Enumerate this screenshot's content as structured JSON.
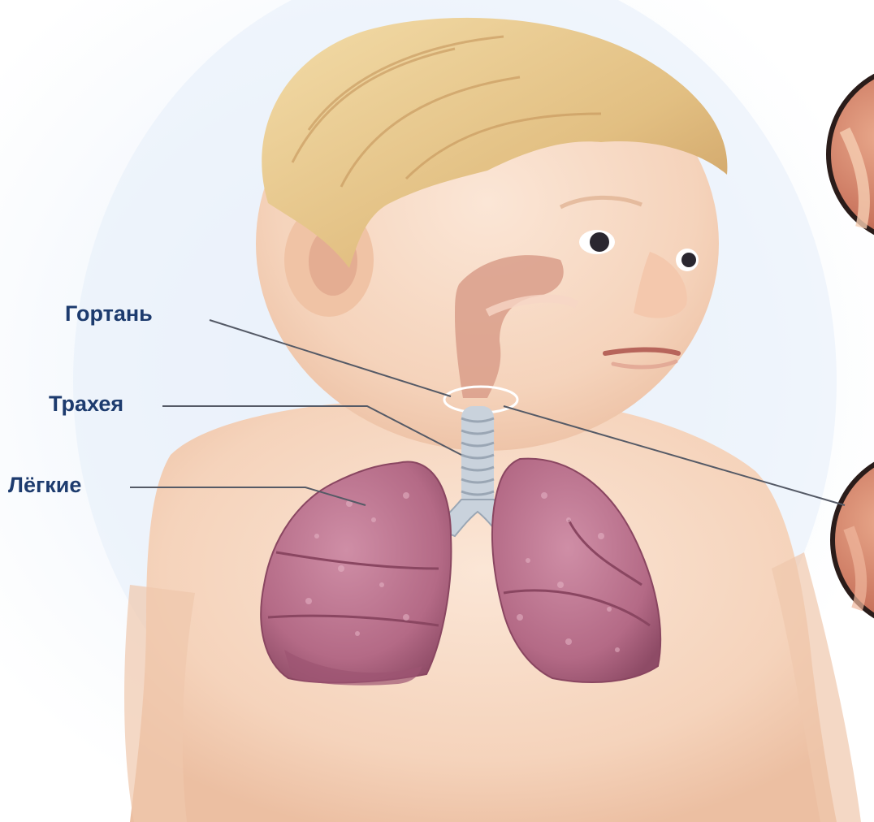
{
  "labels": {
    "larynx": "Гортань",
    "trachea": "Трахея",
    "lungs": "Лёгкие"
  },
  "colors": {
    "label_text": "#1d3b6e",
    "leader_line": "#555a66",
    "skin": "#f7d9c2",
    "hair": "#e8c98f",
    "lung": "#b9708b",
    "trachea": "#c9d2dc"
  }
}
